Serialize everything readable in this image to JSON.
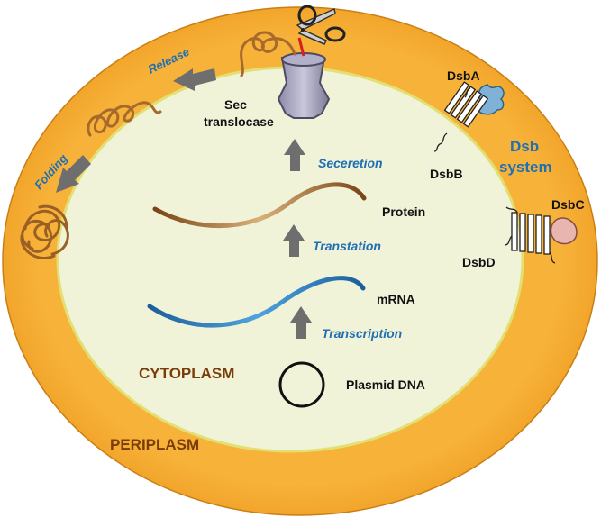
{
  "compartments": {
    "periplasm": "PERIPLASM",
    "cytoplasm": "CYTOPLASM"
  },
  "steps": {
    "transcription": "Transcription",
    "translation": "Transtation",
    "secretion": "Seceretion",
    "release": "Release",
    "folding": "Folding"
  },
  "molecules": {
    "plasmid": "Plasmid DNA",
    "mrna": "mRNA",
    "protein": "Protein",
    "sec_line1": "Sec",
    "sec_line2": "translocase"
  },
  "dsb": {
    "system_line1": "Dsb",
    "system_line2": "system",
    "dsba": "DsbA",
    "dsbb": "DsbB",
    "dsbc": "DsbC",
    "dsbd": "DsbD"
  },
  "colors": {
    "periplasm": "#f5a82a",
    "cytoplasm": "#f1f3d9",
    "arrow": "#6e6e6e",
    "step_text": "#1f6fb3",
    "compartment_text": "#7a3d0a",
    "mrna": "#2e86c8",
    "protein": "#a66a2c"
  }
}
